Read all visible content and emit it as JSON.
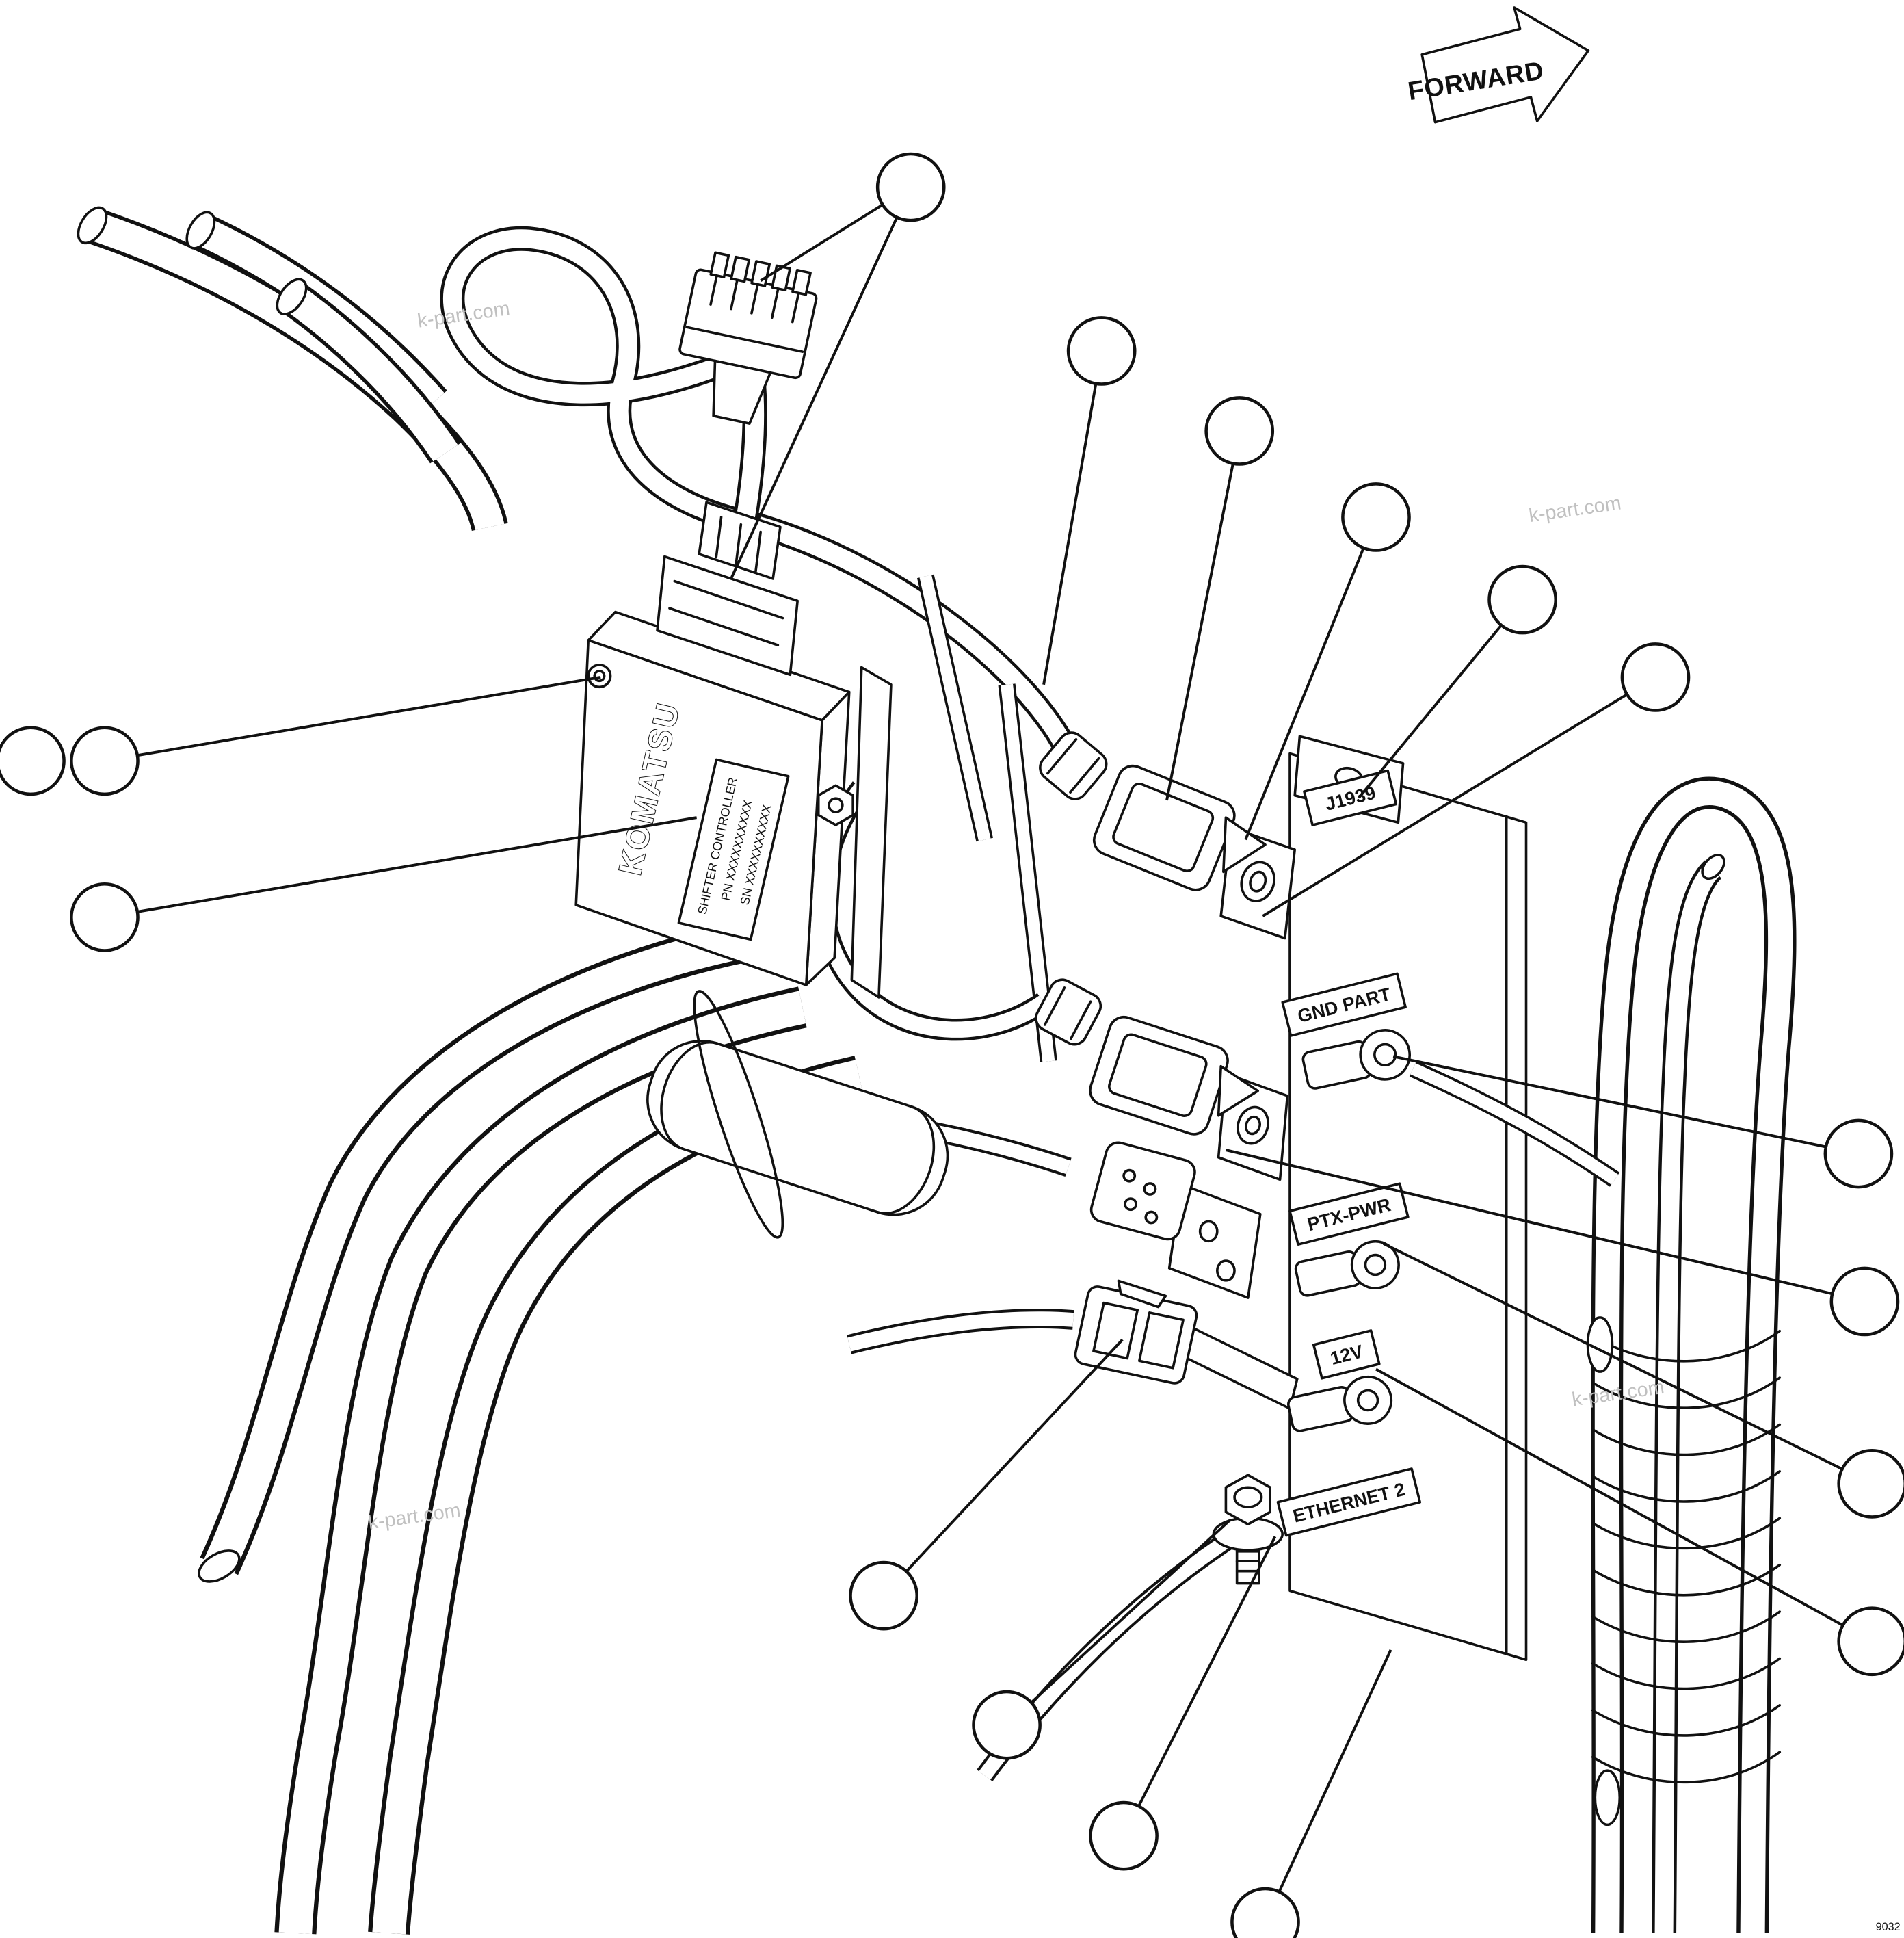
{
  "diagram": {
    "forward_label": "FORWARD",
    "watermark": "k-part.com",
    "page_code": "9032",
    "controller": {
      "brand": "KOMATSU",
      "label_line1": "SHIFTER CONTROLLER",
      "label_line2": "PN XXXXXXXXXX",
      "label_line3": "SN XXXXXXXXXX"
    },
    "tags": {
      "j1939": "J1939",
      "gnd_part": "GND PART",
      "ptx_pwr": "PTX-PWR",
      "v12": "12V",
      "ethernet2": "ETHERNET 2"
    }
  }
}
